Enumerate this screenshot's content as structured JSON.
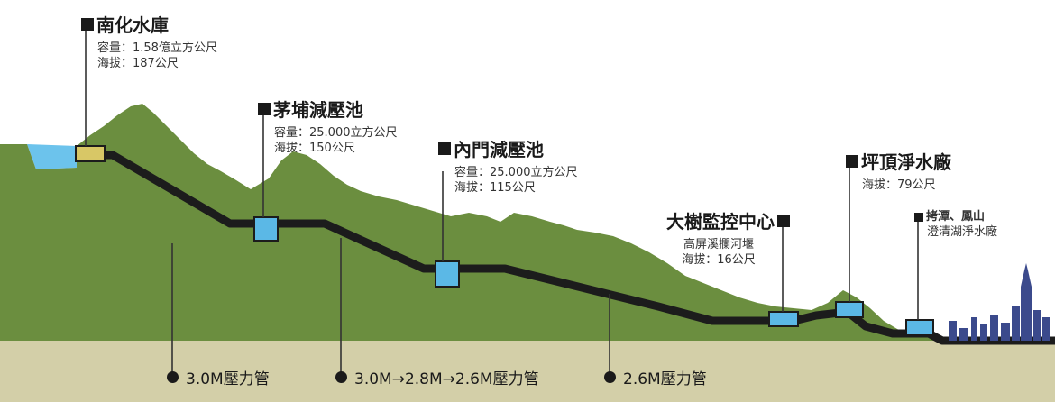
{
  "colors": {
    "mountain": "#6b8e3f",
    "ground": "#d3cfa8",
    "pipe": "#1c1c1c",
    "tank": "#5bb8e6",
    "reservoir_box": "#d8c766",
    "water": "#6cc3ec",
    "leader_line": "#333333",
    "city": "#3b4a8c"
  },
  "nanhua": {
    "title": "南化水庫",
    "capacity": "容量：1.58億立方公尺",
    "altitude": "海拔：187公尺"
  },
  "maopu": {
    "title": "茅埔減壓池",
    "capacity": "容量：25.000立方公尺",
    "altitude": "海拔：150公尺"
  },
  "neimen": {
    "title": "內門減壓池",
    "capacity": "容量：25.000立方公尺",
    "altitude": "海拔：115公尺"
  },
  "dashu": {
    "title": "大樹監控中心",
    "location": "高屏溪攔河堰",
    "altitude": "海拔：16公尺"
  },
  "pingding": {
    "title": "坪頂淨水廠",
    "altitude": "海拔：79公尺"
  },
  "fengshan": {
    "title": "拷潭、鳳山",
    "subtitle": "澄清湖淨水廠"
  },
  "pipes": [
    {
      "label": "3.0M壓力管"
    },
    {
      "label": "3.0M→2.8M→2.6M壓力管"
    },
    {
      "label": "2.6M壓力管"
    }
  ]
}
